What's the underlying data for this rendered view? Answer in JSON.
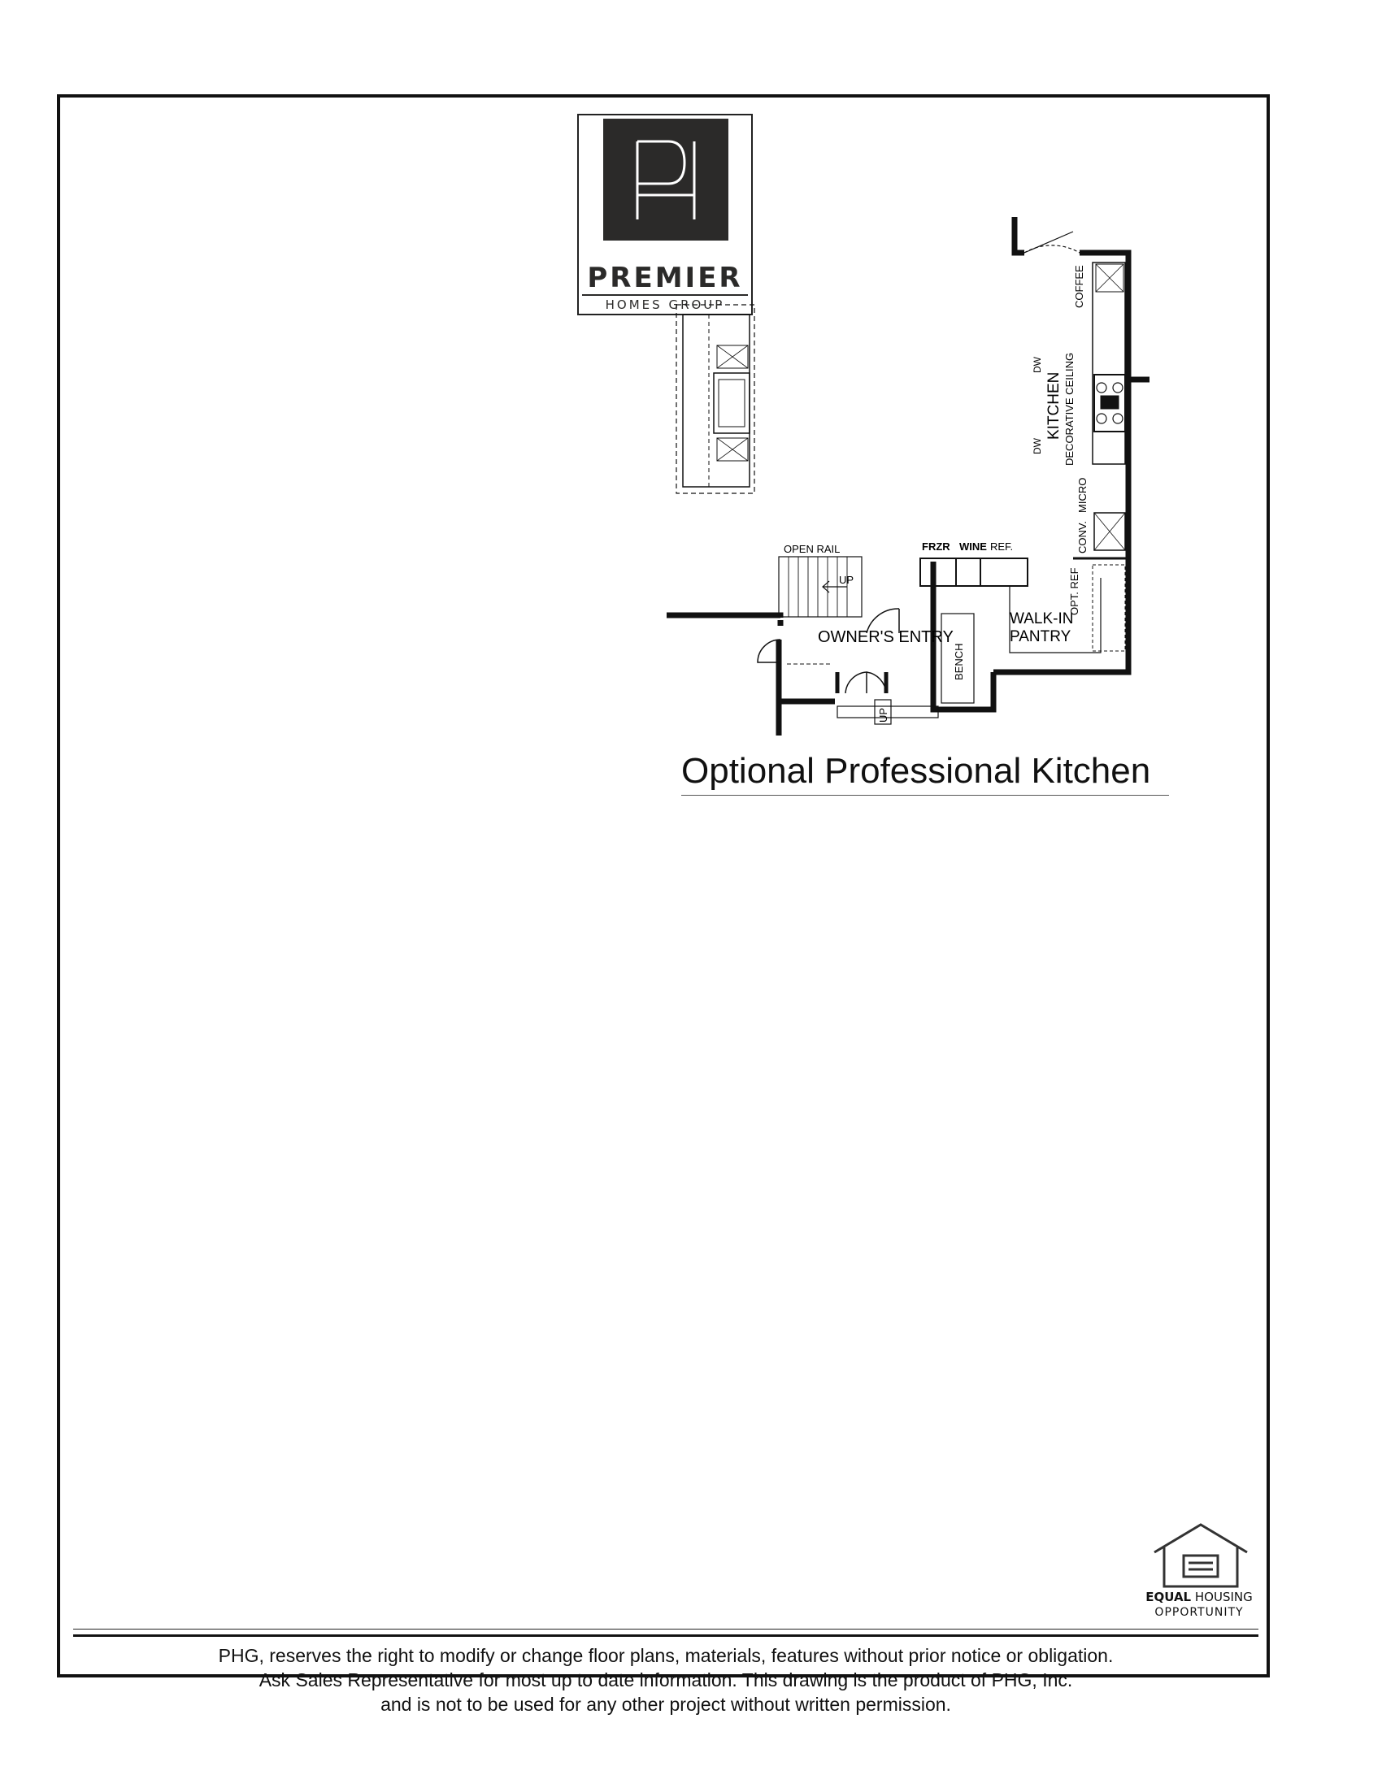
{
  "logo": {
    "monogram": "PH",
    "name": "PREMIER",
    "subname": "HOMES GROUP"
  },
  "plan": {
    "title": "Optional Professional Kitchen",
    "labels": {
      "coffee": "COFFEE",
      "dw_top": "DW",
      "dw_bottom": "DW",
      "kitchen": "KITCHEN",
      "decorative_ceiling": "DECORATIVE CEILING",
      "micro": "MICRO",
      "conv": "CONV.",
      "opt_ref": "OPT. REF",
      "open_rail": "OPEN RAIL",
      "up_stair": "UP",
      "frzr": "FRZR",
      "wine": "WINE",
      "ref": "REF.",
      "owners_entry": "OWNER'S ENTRY",
      "bench": "BENCH",
      "walk_in": "WALK-IN",
      "pantry": "PANTRY",
      "up_step": "UP"
    }
  },
  "eho": {
    "equal": "EQUAL",
    "housing": "HOUSING",
    "opportunity": "OPPORTUNITY"
  },
  "disclaimer": {
    "line1": "PHG, reserves the right to modify or change floor plans, materials, features without prior notice or obligation.",
    "line2": "Ask Sales Representative for most up to date information. This drawing is the product of PHG, Inc.",
    "line3": "and is not to be used for any other project without written permission."
  }
}
